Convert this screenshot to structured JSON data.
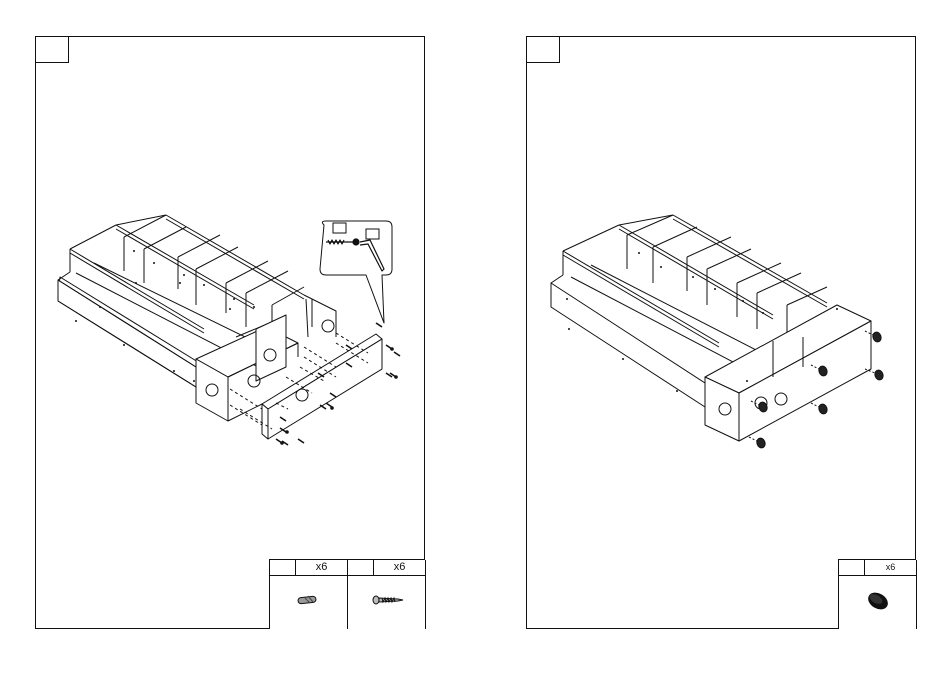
{
  "steps": [
    {
      "step_number": "",
      "parts": [
        {
          "id": "",
          "qty": "x6",
          "icon": "dowel-icon"
        },
        {
          "id": "",
          "qty": "x6",
          "icon": "screw-icon"
        }
      ],
      "callout": {
        "labels": [
          "",
          ""
        ],
        "icons": [
          "screw-icon",
          "allen-key-icon"
        ]
      }
    },
    {
      "step_number": "",
      "parts": [
        {
          "id": "",
          "qty": "x6",
          "icon": "foot-pad-icon"
        }
      ]
    }
  ],
  "colors": {
    "line": "#111111",
    "background": "#ffffff",
    "hardware": "#222222"
  }
}
